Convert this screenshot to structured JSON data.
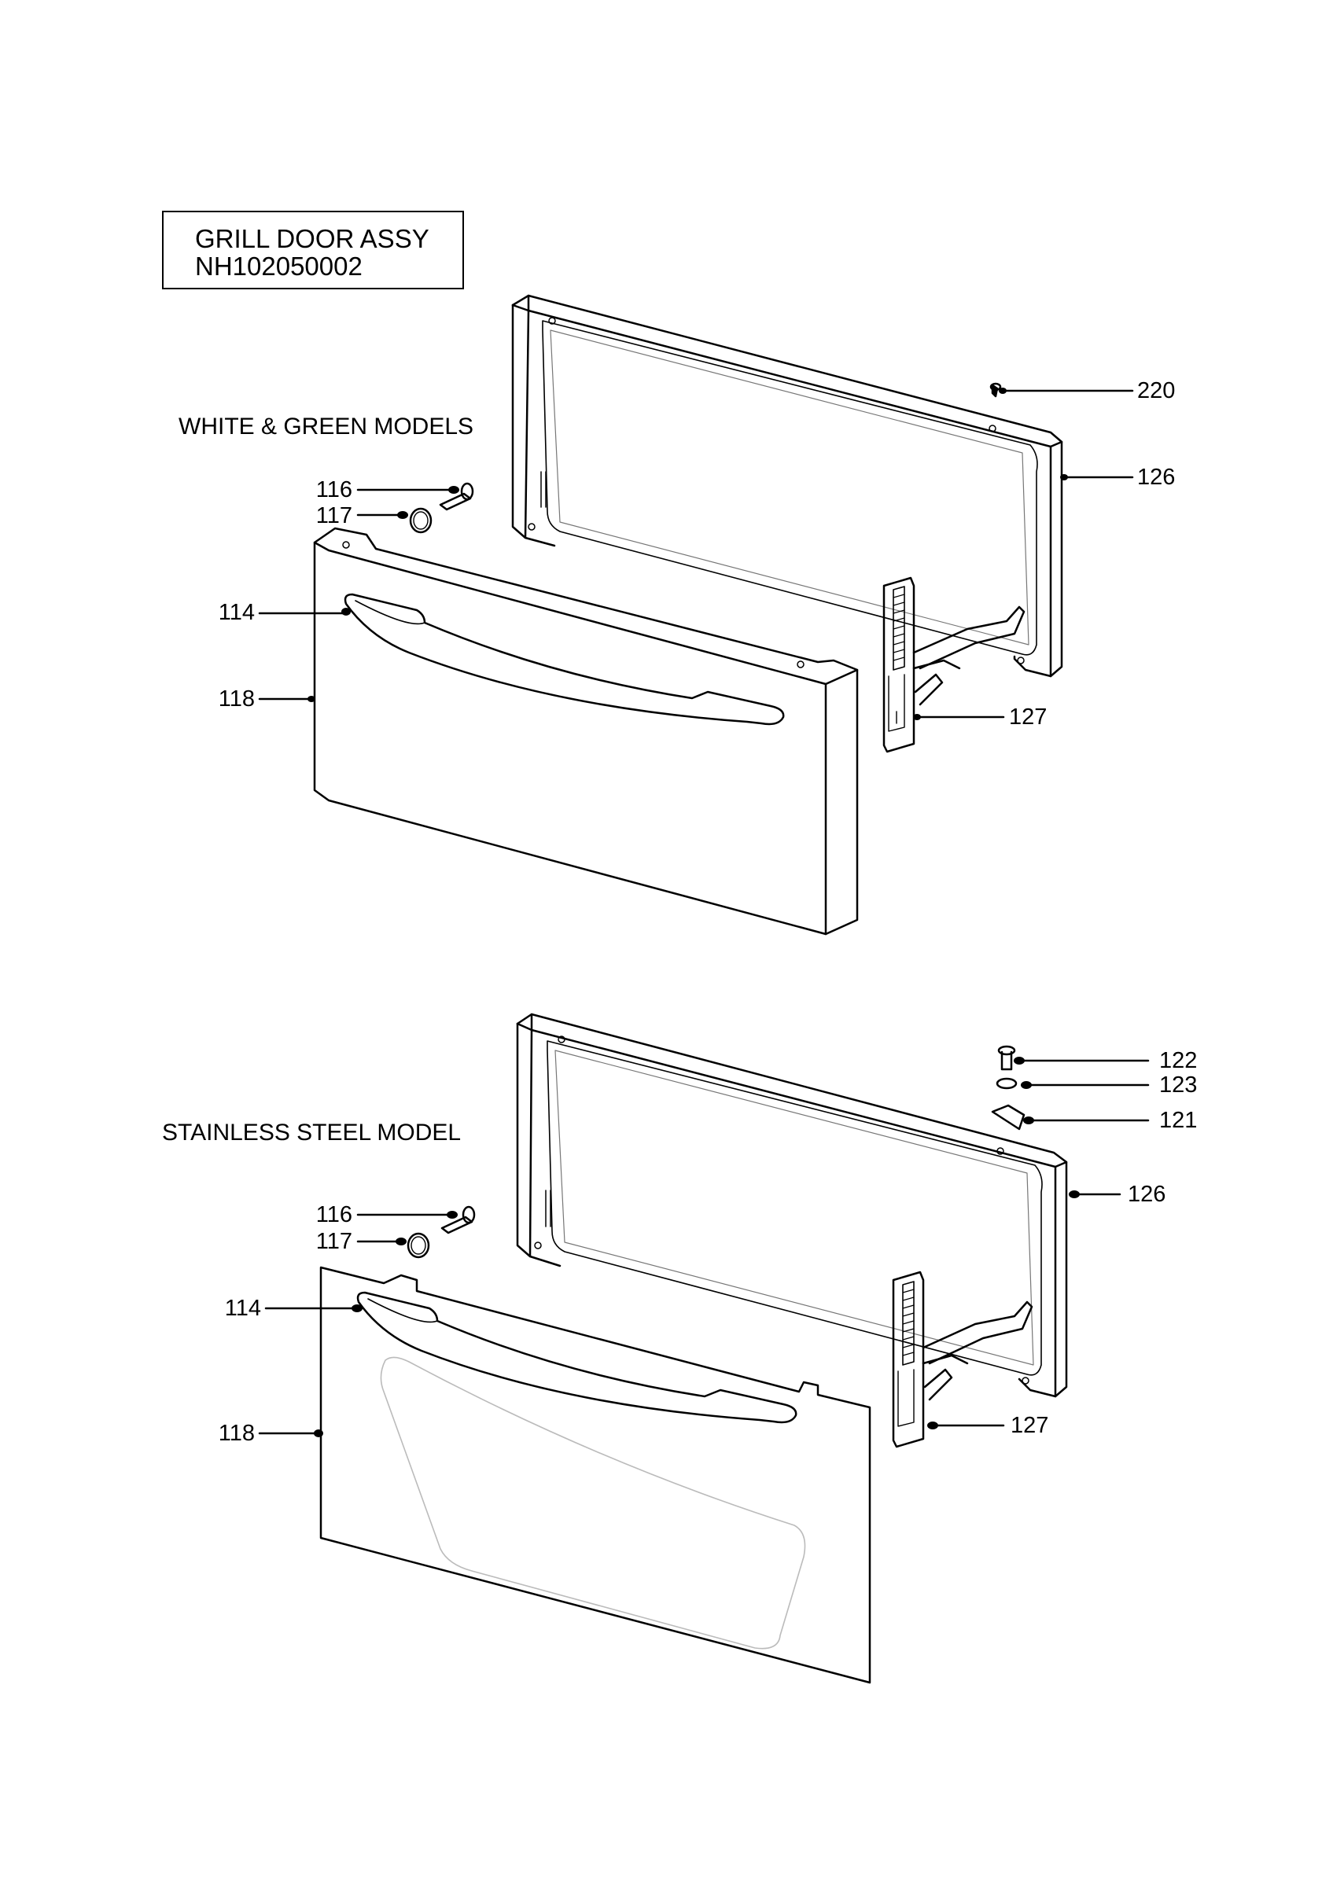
{
  "title": {
    "line1": "GRILL DOOR ASSY",
    "line2": "NH102050002"
  },
  "sections": [
    {
      "name": "WHITE & GREEN MODELS",
      "callouts": [
        "220",
        "126",
        "116",
        "117",
        "114",
        "118",
        "127"
      ]
    },
    {
      "name": "STAINLESS STEEL MODEL",
      "callouts": [
        "122",
        "123",
        "121",
        "126",
        "116",
        "117",
        "114",
        "118",
        "127"
      ]
    }
  ],
  "colors": {
    "line": "#000000",
    "faint": "#999999",
    "background": "#ffffff"
  }
}
